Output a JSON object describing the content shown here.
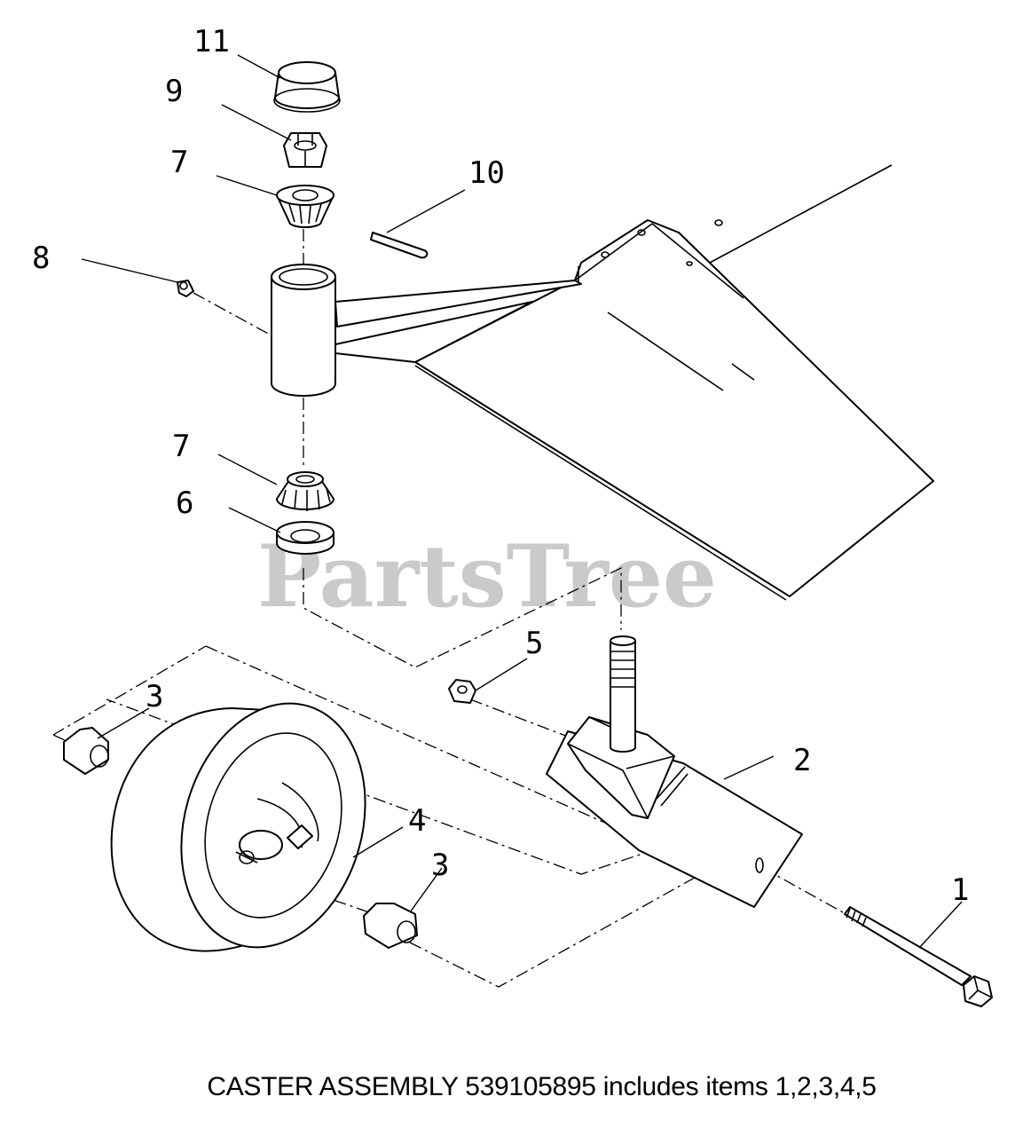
{
  "caption": "CASTER ASSEMBLY 539105895 includes items 1,2,3,4,5",
  "watermark": {
    "text": "PartsTree",
    "trademark": "™",
    "color": "#b9b9b9"
  },
  "callouts": [
    {
      "id": "11",
      "text": "11"
    },
    {
      "id": "9",
      "text": "9"
    },
    {
      "id": "7-top",
      "text": "7"
    },
    {
      "id": "10",
      "text": "10"
    },
    {
      "id": "8",
      "text": "8"
    },
    {
      "id": "7-bottom",
      "text": "7"
    },
    {
      "id": "6",
      "text": "6"
    },
    {
      "id": "5",
      "text": "5"
    },
    {
      "id": "3-left",
      "text": "3"
    },
    {
      "id": "2",
      "text": "2"
    },
    {
      "id": "4",
      "text": "4"
    },
    {
      "id": "3-right",
      "text": "3"
    },
    {
      "id": "1",
      "text": "1"
    }
  ]
}
